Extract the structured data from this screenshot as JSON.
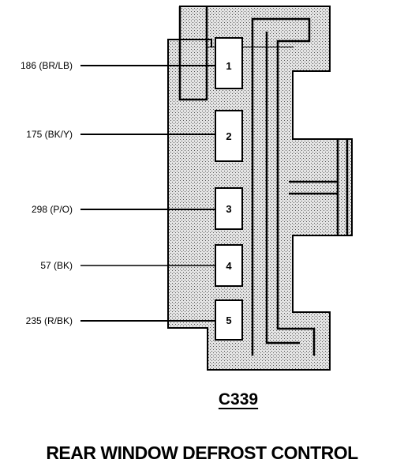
{
  "wires": [
    {
      "label": "186 (BR/LB)",
      "pin": "1"
    },
    {
      "label": "175 (BK/Y)",
      "pin": "2"
    },
    {
      "label": "298 (P/O)",
      "pin": "3"
    },
    {
      "label": "57 (BK)",
      "pin": "4"
    },
    {
      "label": "235 (R/BK)",
      "pin": "5"
    }
  ],
  "connector": {
    "id": "C339"
  },
  "title": "REAR WINDOW DEFROST CONTROL",
  "colors": {
    "fill": "#c8c8c8",
    "stroke": "#000000"
  }
}
